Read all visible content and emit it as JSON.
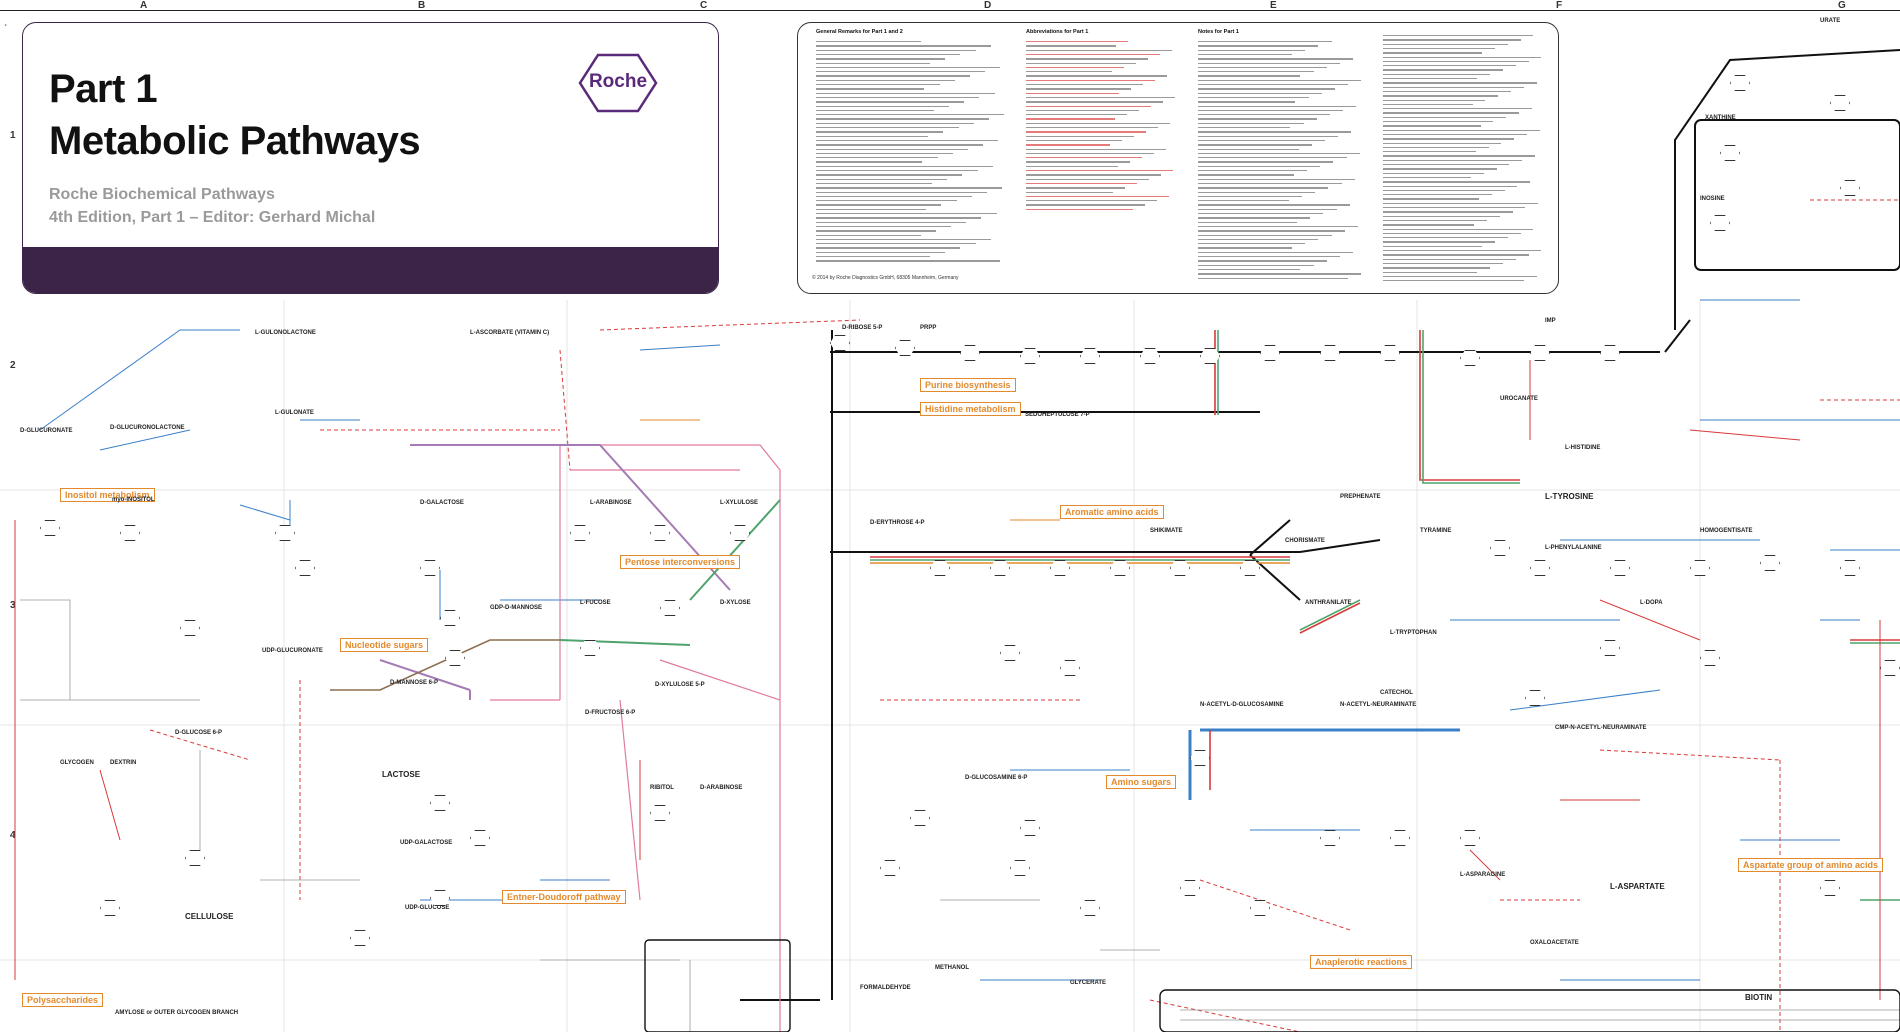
{
  "header": {
    "column_labels": [
      "A",
      "B",
      "C",
      "D",
      "E",
      "F",
      "G"
    ],
    "row_labels": [
      "1",
      "2",
      "3",
      "4"
    ]
  },
  "title_box": {
    "part": "Part 1",
    "title": "Metabolic Pathways",
    "line1": "Roche Biochemical Pathways",
    "line2": "4th Edition, Part 1 – Editor: Gerhard Michal",
    "logo_text": "Roche"
  },
  "notes": {
    "col1_heading": "General Remarks for Part 1 and 2",
    "col2_heading": "Abbreviations for Part 1",
    "col3_heading": "Notes for Part 1",
    "footer": "© 2014 by Roche Diagnostics GmbH, 68305 Mannheim, Germany"
  },
  "labels": {
    "inositol": "Inositol metabolism",
    "nucleotide_sugars": "Nucleotide sugars",
    "pentose": "Pentose interconversions",
    "aromatic": "Aromatic amino acids",
    "purine_bio": "Purine biosynthesis",
    "histidine": "Histidine metabolism",
    "amino_sugars": "Amino sugars",
    "entner": "Entner-Doudoroff pathway",
    "aspartate": "Aspartate group of amino acids",
    "polysaccharides": "Polysaccharides",
    "anaplerotic": "Anaplerotic reactions"
  },
  "compounds": {
    "d_glucuronate": "D-GLUCURONATE",
    "l_gulonolactone": "L-GULONOLACTONE",
    "l_ascorbate": "L-ASCORBATE (VITAMIN C)",
    "l_gulonate": "L-GULONATE",
    "d_glucuronolactone": "D-GLUCURONOLACTONE",
    "myo_inositol": "myo-INOSITOL",
    "udp_glucuronate": "UDP-GLUCURONATE",
    "l_arabinose": "L-ARABINOSE",
    "l_xylulose": "L-XYLULOSE",
    "d_xylulose_5p": "D-XYLULOSE 5-P",
    "glucose_6p": "D-GLUCOSE 6-P",
    "lactose": "LACTOSE",
    "cellulose": "CELLULOSE",
    "amylose": "AMYLOSE or OUTER GLYCOGEN BRANCH",
    "udp_glucose": "UDP-GLUCOSE",
    "udp_galactose": "UDP-GALACTOSE",
    "galactose": "D-GALACTOSE",
    "ribose_5p": "D-RIBOSE 5-P",
    "prpp": "PRPP",
    "imp": "IMP",
    "chorismate": "CHORISMATE",
    "prephenate": "PREPHENATE",
    "shikimate": "SHIKIMATE",
    "l_tyrosine": "L-TYROSINE",
    "l_phenylalanine": "L-PHENYLALANINE",
    "anthranilate": "ANTHRANILATE",
    "l_tryptophan": "L-TRYPTOPHAN",
    "histidine_l": "L-HISTIDINE",
    "xanthine": "XANTHINE",
    "inosine": "INOSINE",
    "urate": "URATE",
    "glucosamine_6p": "D-GLUCOSAMINE 6-P",
    "n_acetyl_glucosamine": "N-ACETYL-D-GLUCOSAMINE",
    "n_acetyl_neuraminate": "N-ACETYL-NEURAMINATE",
    "l_aspartate": "L-ASPARTATE",
    "l_asparagine": "L-ASPARAGINE",
    "oxaloacetate": "OXALOACETATE",
    "biotin": "BIOTIN",
    "methanol": "METHANOL",
    "formaldehyde": "FORMALDEHYDE",
    "erythrose_4p": "D-ERYTHROSE 4-P",
    "sedoheptulose_7p": "SEDOHEPTULOSE 7-P",
    "glycerate": "GLYCERATE",
    "urocanate": "UROCANATE",
    "tyramine": "TYRAMINE",
    "homogentisate": "HOMOGENTISATE",
    "catechol": "CATECHOL",
    "dopa": "L-DOPA",
    "cmp_neuac": "CMP-N-ACETYL-NEURAMINATE",
    "glycogen": "GLYCOGEN",
    "dextrin": "DEXTRIN",
    "gdp_mannose": "GDP-D-MANNOSE",
    "mannose_6p": "D-MANNOSE 6-P",
    "fructose_6p": "D-FRUCTOSE 6-P",
    "l_fucose": "L-FUCOSE",
    "d_xylose": "D-XYLOSE",
    "ribitol": "RIBITOL",
    "d_arabinose": "D-ARABINOSE"
  }
}
